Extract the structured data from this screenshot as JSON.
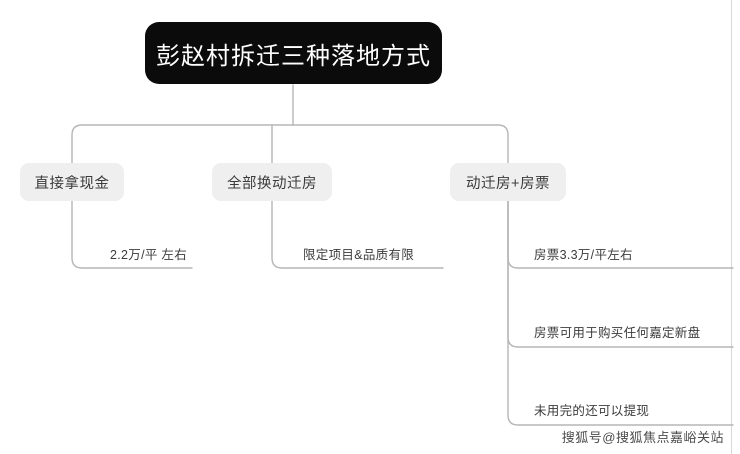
{
  "diagram": {
    "type": "tree-mindmap",
    "root": {
      "label": "彭赵村拆迁三种落地方式",
      "fill": "#0b0b0b",
      "text_color": "#ffffff"
    },
    "branch_fill": "#efefef",
    "branch_text_color": "#3b3b3b",
    "connector_color": "#b6b6b6",
    "branches": [
      {
        "label": "直接拿现金",
        "leaves": [
          {
            "label": "2.2万/平 左右"
          }
        ]
      },
      {
        "label": "全部换动迁房",
        "leaves": [
          {
            "label": "限定项目&品质有限"
          }
        ]
      },
      {
        "label": "动迁房+房票",
        "leaves": [
          {
            "label": "房票3.3万/平左右"
          },
          {
            "label": "房票可用于购买任何嘉定新盘"
          },
          {
            "label": "未用完的还可以提现"
          }
        ]
      }
    ]
  },
  "watermark": {
    "text": "搜狐号@搜狐焦点嘉峪关站"
  }
}
